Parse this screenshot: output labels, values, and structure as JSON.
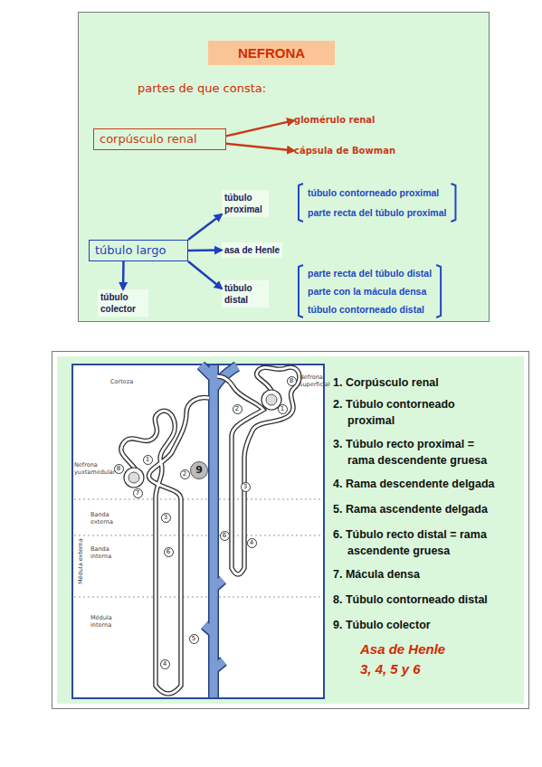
{
  "diagram": {
    "title": "NEFRONA",
    "nodes": [
      {
        "text": [
          "corpúsculo renal"
        ]
      },
      {
        "text": [
          "glomérulo renal"
        ]
      },
      {
        "text": [
          "cápsula de Bowman"
        ]
      },
      {
        "text": [
          "túbulo proximal"
        ]
      },
      {
        "text": [
          "túbulo contorneado proximal",
          "parte recta del túbulo proximal"
        ]
      },
      {
        "text": [
          "túbulo largo"
        ]
      },
      {
        "text": [
          "asa de Henle"
        ]
      },
      {
        "text": [
          "túbulo distal"
        ]
      },
      {
        "text": [
          "parte recta del túbulo distal",
          "parte con la mácula densa",
          "túbulo contorneado distal"
        ]
      },
      {
        "text": [
          "túbulo colector"
        ]
      }
    ],
    "edges": [
      {
        "from": 0,
        "to": 1,
        "arrow": "to"
      },
      {
        "from": 0,
        "to": 2,
        "arrow": "to"
      },
      {
        "from": 5,
        "to": 3,
        "arrow": "to"
      },
      {
        "from": 5,
        "to": 6,
        "arrow": "to"
      },
      {
        "from": 5,
        "to": 7,
        "arrow": "to"
      },
      {
        "from": 5,
        "to": 9,
        "arrow": "to"
      }
    ],
    "labels": [
      "partes de que consta:",
      "Corteza",
      "8",
      "Nefrona superficial",
      "1. Corpúsculo renal",
      "1",
      "2",
      "2. Túbulo contorneado proximal",
      "3. Túbulo recto proximal = rama descendente gruesa",
      "Nefrona yuxtamedular",
      "8",
      "1",
      "9",
      "2",
      "7",
      "3",
      "4. Rama descendente delgada",
      "Banda externa",
      "3",
      "5. Rama ascendente delgada",
      "6",
      "4",
      "6. Túbulo recto distal = rama ascendente gruesa",
      "Banda interna",
      "Médula externa",
      "6",
      "7. Mácula densa",
      "8. Túbulo contorneado distal",
      "Médula interna",
      "9. Túbulo colector",
      "5",
      "Asa de Henle",
      "4",
      "3, 4, 5 y 6"
    ]
  }
}
